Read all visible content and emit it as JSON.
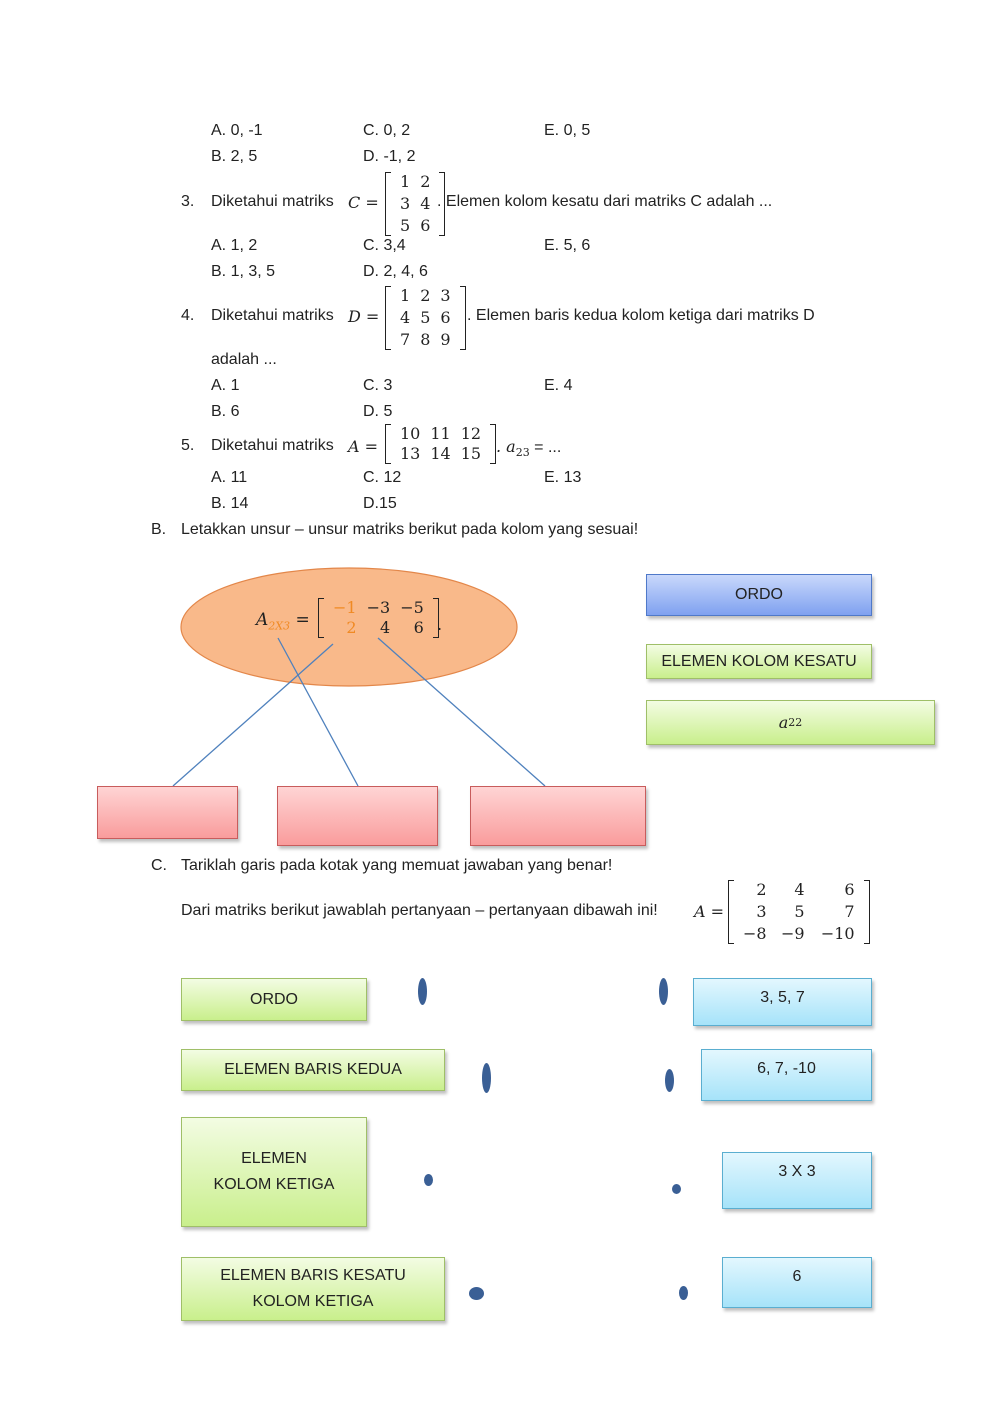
{
  "section_a": {
    "q2_options": {
      "a": "A.   0, -1",
      "b": "B.   2, 5",
      "c": "C. 0, 2",
      "d": "D. -1, 2",
      "e": "E. 0, 5"
    },
    "q3": {
      "number": "3.",
      "prefix": "Diketahui matriks",
      "var": "C =",
      "matrix": [
        [
          "1",
          "2"
        ],
        [
          "3",
          "4"
        ],
        [
          "5",
          "6"
        ]
      ],
      "suffix": ". Elemen kolom kesatu dari matriks C adalah ...",
      "options": {
        "a": "A.   1, 2",
        "b": "B.   1, 3, 5",
        "c": "C. 3,4",
        "d": "D. 2, 4, 6",
        "e": "E. 5, 6"
      }
    },
    "q4": {
      "number": "4.",
      "prefix": "Diketahui matriks",
      "var": "D =",
      "matrix": [
        [
          "1",
          "2",
          "3"
        ],
        [
          "4",
          "5",
          "6"
        ],
        [
          "7",
          "8",
          "9"
        ]
      ],
      "suffix": ". Elemen baris kedua kolom ketiga dari matriks D",
      "continuation": "adalah ...",
      "options": {
        "a": "A.   1",
        "b": "B.   6",
        "c": "C. 3",
        "d": "D. 5",
        "e": "E. 4"
      }
    },
    "q5": {
      "number": "5.",
      "prefix": "Diketahui matriks",
      "var": "A =",
      "matrix": [
        [
          "10",
          "11",
          "12"
        ],
        [
          "13",
          "14",
          "15"
        ]
      ],
      "suffix_var": ". a",
      "suffix_sub": "23",
      "suffix_end": " = ...",
      "options": {
        "a": "A. 11",
        "b": "B. 14",
        "c": "C. 12",
        "d": "D.15",
        "e": "E. 13"
      }
    }
  },
  "section_b": {
    "letter": "B.",
    "instruction": "Letakkan unsur – unsur matriks berikut pada kolom yang sesuai!",
    "ellipse": {
      "var": "A",
      "sub": "2X3",
      "eq": "=",
      "matrix": [
        [
          "−1",
          "−3",
          "−5"
        ],
        [
          "2",
          "4",
          "6"
        ]
      ],
      "end": "."
    },
    "labels": {
      "ordo": "ORDO",
      "kolom_kesatu": "ELEMEN KOLOM KESATU",
      "a22_var": "a",
      "a22_sub": "22"
    },
    "colors": {
      "ellipse": "#f9b98a",
      "highlight": "#f08a24",
      "line": "#4f81bd"
    }
  },
  "section_c": {
    "letter": "C.",
    "instruction": "Tariklah garis pada kotak yang memuat jawaban yang benar!",
    "question": "Dari matriks berikut jawablah pertanyaan – pertanyaan dibawah ini!",
    "var": "A =",
    "matrix": [
      [
        "2",
        "4",
        "6"
      ],
      [
        "3",
        "5",
        "7"
      ],
      [
        "−8",
        "−9",
        "−10"
      ]
    ],
    "left_boxes": [
      "ORDO",
      "ELEMEN BARIS KEDUA",
      "ELEMEN KOLOM KETIGA",
      "ELEMEN BARIS KESATU KOLOM KETIGA"
    ],
    "right_boxes": [
      "3, 5, 7",
      "6, 7, -10",
      "3 X 3",
      "6"
    ]
  }
}
